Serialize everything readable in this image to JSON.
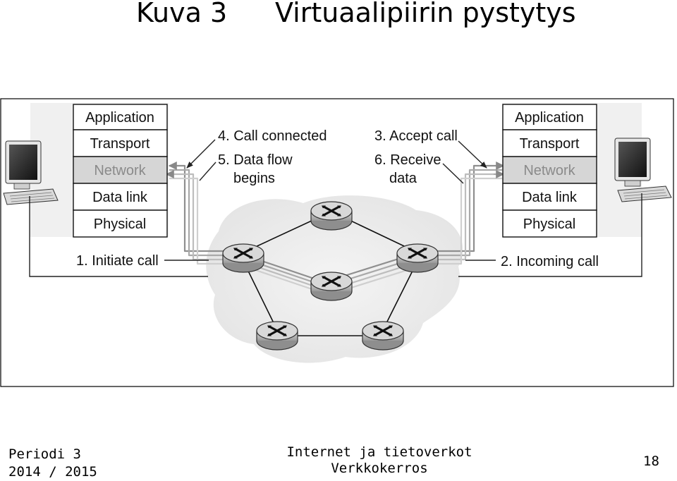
{
  "slide": {
    "label": "Kuva 3",
    "title": "Virtuaalipiirin pystytys"
  },
  "diagram": {
    "left_stack": [
      "Application",
      "Transport",
      "Network",
      "Data link",
      "Physical"
    ],
    "right_stack": [
      "Application",
      "Transport",
      "Network",
      "Data link",
      "Physical"
    ],
    "highlighted_layer": "Network",
    "steps": {
      "initiate": "1. Initiate call",
      "incoming": "2. Incoming call",
      "accept": "3. Accept call",
      "connected": "4. Call connected",
      "flow_line1": "5. Data flow",
      "flow_line2": "begins",
      "receive_line1": "6. Receive",
      "receive_line2": "data"
    },
    "colors": {
      "frame_border": "#000000",
      "layer_fill": "#ffffff",
      "network_fill": "#d6d6d6",
      "network_text": "#8a8a8a",
      "router_fill": "#bdbdbd",
      "cloud_fill": "#ededed"
    },
    "icons": [
      "computer-icon",
      "router-icon"
    ]
  },
  "footer": {
    "period_line1": "Periodi 3",
    "period_line2": "2014 / 2015",
    "course_line1": "Internet ja tietoverkot",
    "course_line2": "Verkkokerros",
    "page_number": "18"
  }
}
